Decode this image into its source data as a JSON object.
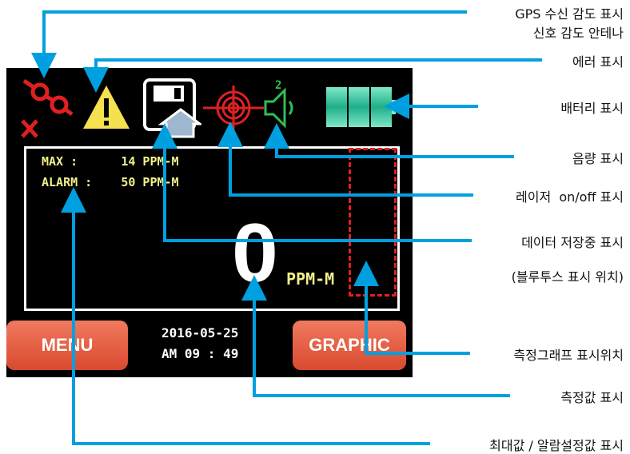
{
  "screen": {
    "max_line": "MAX :      14 PPM-M",
    "alarm_line": "ALARM :    50 PPM-M",
    "reading_value": "0",
    "reading_unit": "PPM-M",
    "date": "2016-05-25",
    "time": "AM 09 : 49",
    "menu_button": "MENU",
    "graphic_button": "GRAPHIC",
    "volume_level": "2",
    "colors": {
      "accent_line": "#00a0e0",
      "alert_red": "#e02020",
      "warning_yellow": "#f5e050",
      "text_yellow": "#f2f08a"
    },
    "icons": [
      "gps-satellite-icon",
      "warning-icon",
      "data-save-icon",
      "laser-target-icon",
      "speaker-icon",
      "battery-icon"
    ]
  },
  "annotations": {
    "gps_line1": "GPS 수신 감도 표시",
    "gps_line2": "신호 감도 안테나",
    "error": "에러 표시",
    "battery": "배터리 표시",
    "volume": "음량 표시",
    "laser": "레이저  on/off 표시",
    "saving": "데이터 저장중 표시",
    "bluetooth": "(블루투스 표시 위치)",
    "graph_position": "측정그래프 표시위치",
    "measured_value": "측정값 표시",
    "max_alarm": "최대값 / 알람설정값 표시"
  }
}
